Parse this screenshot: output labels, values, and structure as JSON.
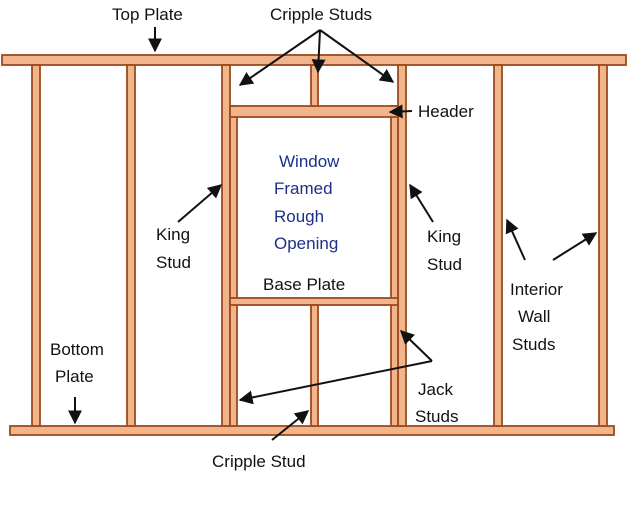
{
  "labels": {
    "top_plate": "Top Plate",
    "cripple_studs": "Cripple Studs",
    "header": "Header",
    "window_line1": "Window",
    "window_line2": "Framed",
    "window_line3": "Rough",
    "window_line4": "Opening",
    "base_plate": "Base Plate",
    "king_stud_left_1": "King",
    "king_stud_left_2": "Stud",
    "king_stud_right_1": "King",
    "king_stud_right_2": "Stud",
    "interior_1": "Interior",
    "interior_2": "Wall",
    "interior_3": "Studs",
    "bottom_plate_1": "Bottom",
    "bottom_plate_2": "Plate",
    "jack_studs_1": "Jack",
    "jack_studs_2": "Studs",
    "cripple_stud": "Cripple Stud"
  },
  "colors": {
    "wood_fill": "#f2b48a",
    "wood_edge": "#9c4a1e",
    "label_text": "#111111",
    "window_text": "#1c2f8a"
  }
}
